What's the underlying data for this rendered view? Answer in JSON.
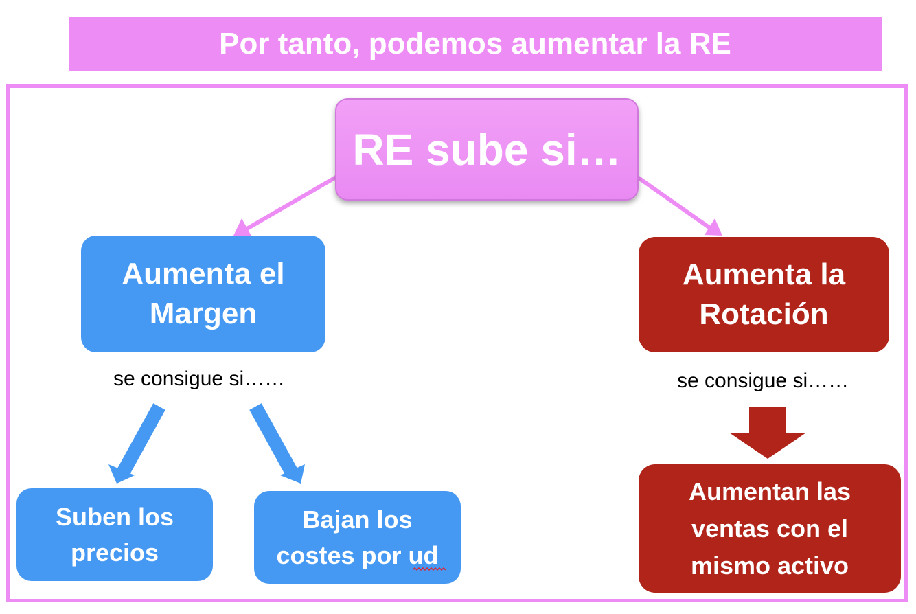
{
  "banner": {
    "title": "Por tanto, podemos aumentar la RE"
  },
  "root": {
    "label": "RE sube si…"
  },
  "left": {
    "label": "Aumenta el\nMargen",
    "caption": "se consigue si……",
    "children": [
      {
        "label": "Suben los\nprecios"
      },
      {
        "label": "Bajan los\ncostes por ud"
      }
    ]
  },
  "right": {
    "label": "Aumenta la\nRotación",
    "caption": "se consigue si……",
    "children": [
      {
        "label": "Aumentan las\nventas con el\nmismo activo"
      }
    ]
  },
  "colors": {
    "pink": "#ee8cf6",
    "blue": "#4599f3",
    "dark_red": "#b0241a"
  }
}
